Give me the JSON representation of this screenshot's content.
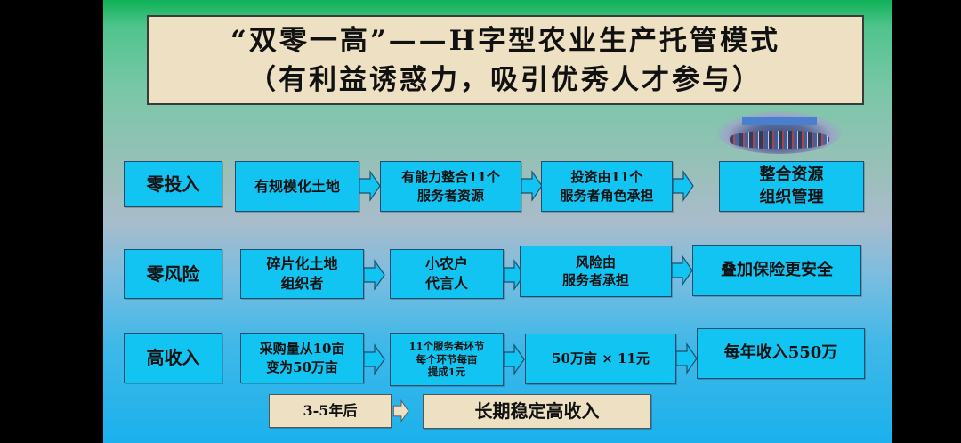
{
  "title": {
    "line1": "“双零一高”——H字型农业生产托管模式",
    "line2": "（有利益诱惑力，吸引优秀人才参与）"
  },
  "photo": {
    "label": "meeting-photo"
  },
  "rows": [
    {
      "label": "零投入",
      "steps": [
        "有规模化土地",
        "有能力整合11个\n服务者资源",
        "投资由11个\n服务者角色承担",
        "整合资源\n组织管理"
      ]
    },
    {
      "label": "零风险",
      "steps": [
        "碎片化土地\n组织者",
        "小农户\n代言人",
        "风险由\n服务者承担",
        "叠加保险更安全"
      ]
    },
    {
      "label": "高收入",
      "steps": [
        "采购量从10亩\n变为50万亩",
        "11个服务者环节\n每个环节每亩\n提成1元",
        "50万亩 × 11元",
        "每年收入550万"
      ]
    }
  ],
  "footer": {
    "from": "3-5年后",
    "to": "长期稳定高收入"
  },
  "colors": {
    "box_fill": "#12c4f2",
    "beige_fill": "#eee0c2",
    "bg_top": "#0fb257",
    "bg_bottom": "#1bb1ec"
  }
}
